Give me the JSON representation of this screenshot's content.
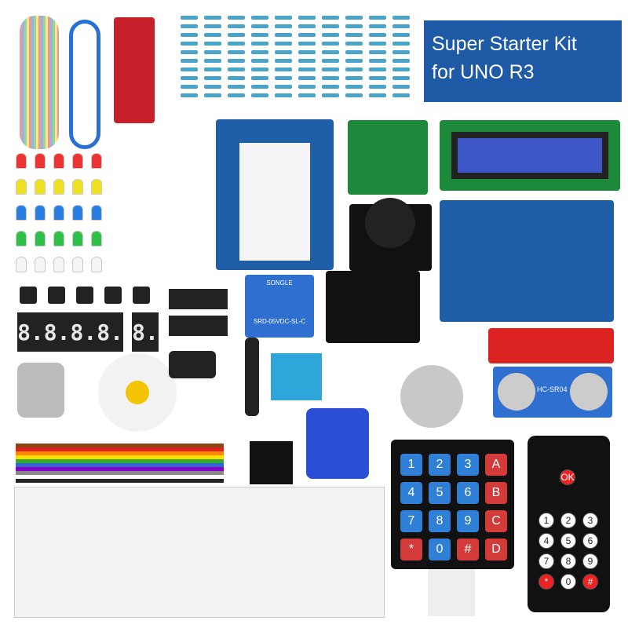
{
  "title": {
    "line1": "Super Starter Kit",
    "line2": "for UNO R3"
  },
  "colors": {
    "title_bg": "#1f5aa6",
    "arduino_blue": "#1e5fa8",
    "keypad_blue": "#2f7fd6",
    "keypad_red": "#d33a3a",
    "breadboard": "#f2f2f2"
  },
  "components": {
    "relay_label": "SONGLE",
    "relay_model": "SRD-05VDC-SL-C",
    "ultrasonic_label": "HC-SR04",
    "seven_segment": [
      "8.8.8.8.",
      "8."
    ],
    "keypad": [
      "1",
      "2",
      "3",
      "A",
      "4",
      "5",
      "6",
      "B",
      "7",
      "8",
      "9",
      "C",
      "*",
      "0",
      "#",
      "D"
    ],
    "remote": {
      "ok": "OK",
      "keys": [
        "1",
        "2",
        "3",
        "4",
        "5",
        "6",
        "7",
        "8",
        "9",
        "*",
        "0",
        "#"
      ]
    }
  }
}
